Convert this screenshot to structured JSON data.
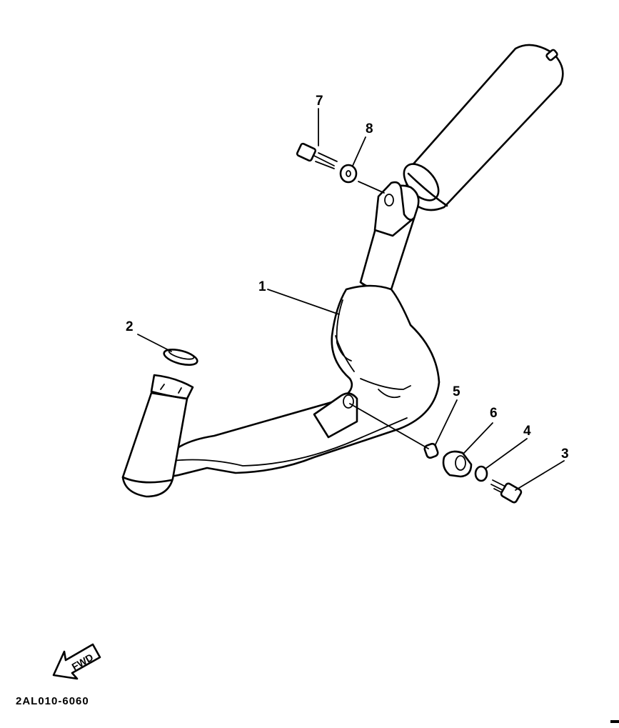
{
  "callouts": {
    "c1": "1",
    "c2": "2",
    "c3": "3",
    "c4": "4",
    "c5": "5",
    "c6": "6",
    "c7": "7",
    "c8": "8"
  },
  "fwd_label": "FWD",
  "diagram_code": "2AL010-6060"
}
